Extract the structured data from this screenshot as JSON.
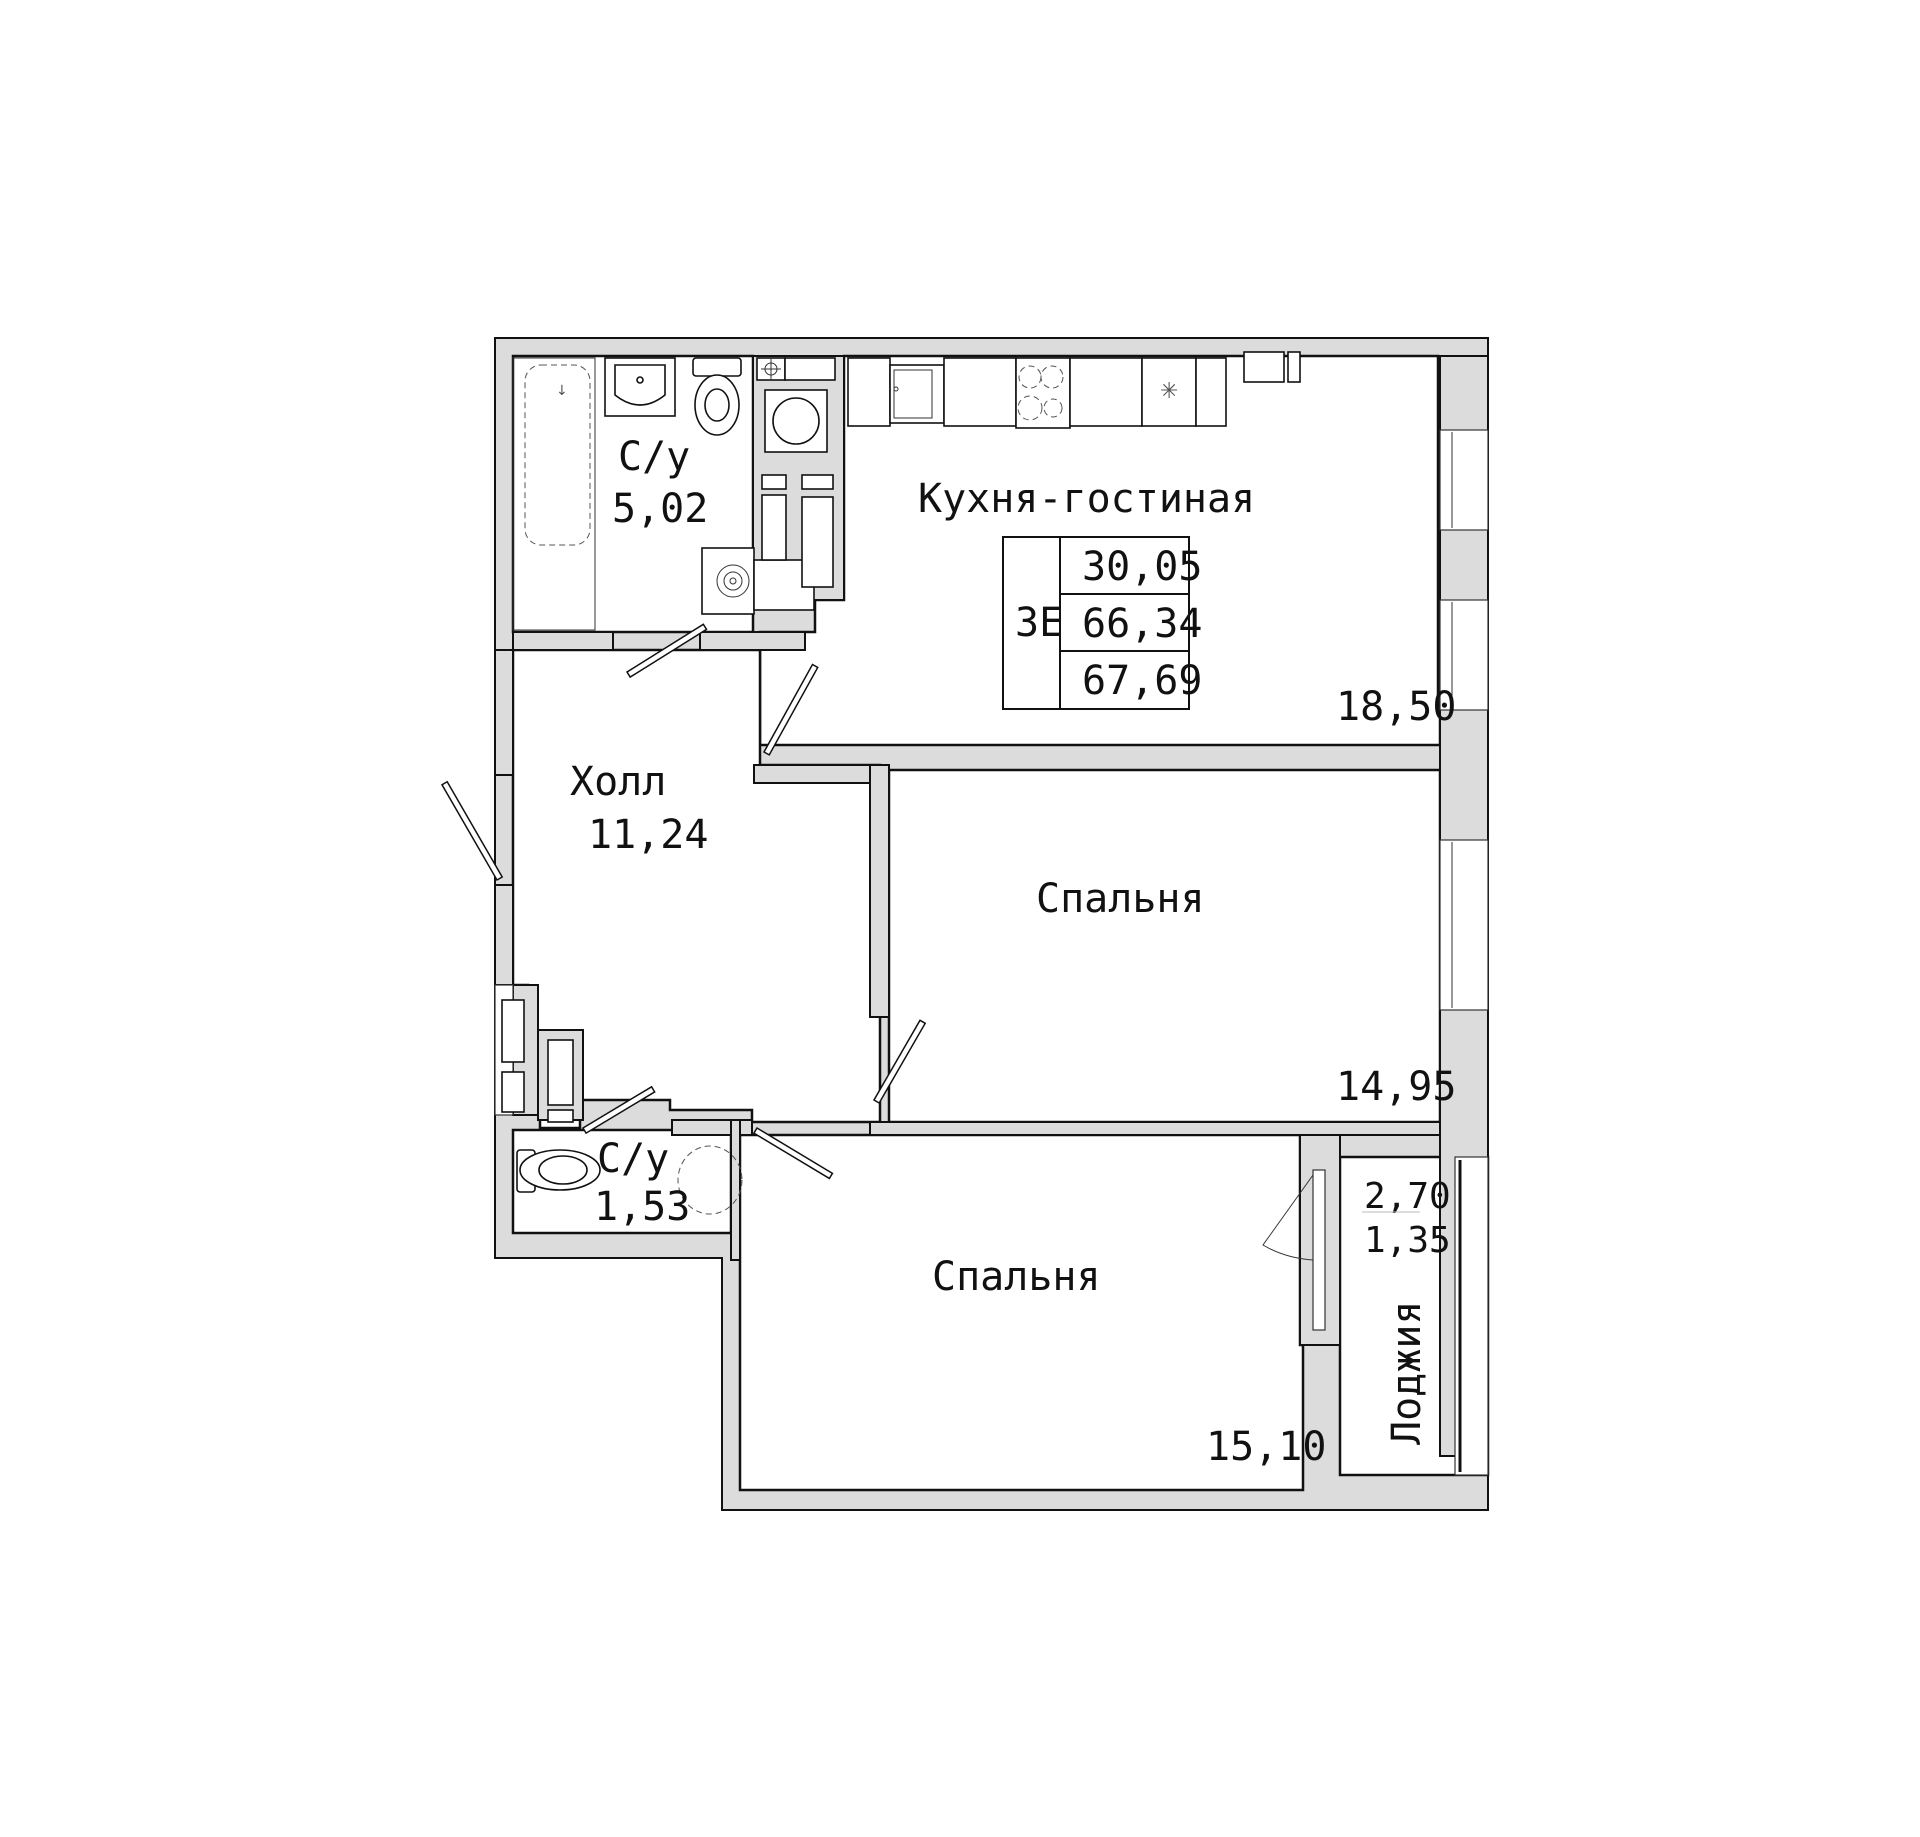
{
  "plan": {
    "apartment_code": "3E",
    "summary_areas": [
      "30,05",
      "66,34",
      "67,69"
    ],
    "rooms": {
      "bathroom_main": {
        "label": "С/у",
        "area": "5,02"
      },
      "kitchen_living": {
        "label": "Кухня-гостиная",
        "area": "18,50"
      },
      "hall": {
        "label": "Холл",
        "area": "11,24"
      },
      "bedroom_1": {
        "label": "Спальня",
        "area": "14,95"
      },
      "bedroom_2": {
        "label": "Спальня",
        "area": "15,10"
      },
      "bathroom_small": {
        "label": "С/у",
        "area": "1,53"
      },
      "loggia": {
        "label": "Лоджия",
        "area_full": "2,70",
        "area_reduced": "1,35"
      }
    }
  }
}
